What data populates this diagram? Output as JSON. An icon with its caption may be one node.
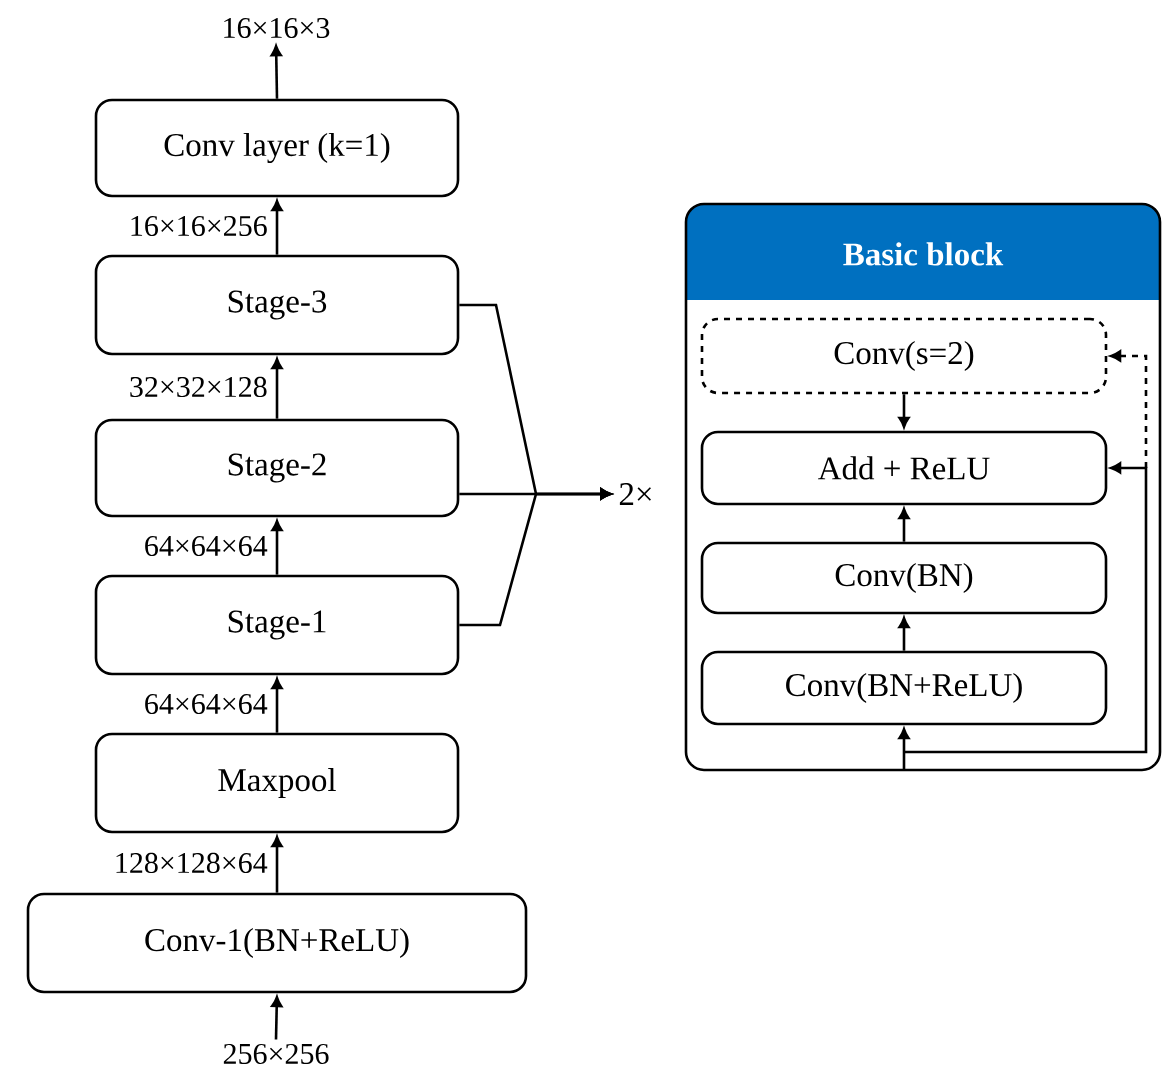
{
  "diagram": {
    "nodes": [
      {
        "text": [
          "16×16×3"
        ]
      },
      {
        "text": [
          "Conv layer (k=1)"
        ]
      },
      {
        "text": [
          "Stage-3"
        ]
      },
      {
        "text": [
          "Stage-2"
        ]
      },
      {
        "text": [
          "Stage-1"
        ]
      },
      {
        "text": [
          "Maxpool"
        ]
      },
      {
        "text": [
          "Conv-1(BN+ReLU)"
        ]
      },
      {
        "text": [
          "256×256"
        ]
      },
      {
        "text": [
          "2×"
        ]
      },
      {
        "text": [
          "Basic block"
        ]
      },
      {
        "text": [
          "Conv(s=2)"
        ],
        "in": 9
      },
      {
        "text": [
          "Add + ReLU"
        ],
        "in": 9
      },
      {
        "text": [
          "Conv(BN)"
        ],
        "in": 9
      },
      {
        "text": [
          "Conv(BN+ReLU)"
        ],
        "in": 9
      }
    ],
    "edges": [
      {
        "from": 1,
        "to": 0,
        "arrow": "to"
      },
      {
        "from": 2,
        "to": 1,
        "arrow": "to",
        "label": "16×16×256"
      },
      {
        "from": 3,
        "to": 2,
        "arrow": "to",
        "label": "32×32×128"
      },
      {
        "from": 4,
        "to": 3,
        "arrow": "to",
        "label": "64×64×64"
      },
      {
        "from": 5,
        "to": 4,
        "arrow": "to",
        "label": "64×64×64"
      },
      {
        "from": 6,
        "to": 5,
        "arrow": "to",
        "label": "128×128×64"
      },
      {
        "from": 7,
        "to": 6,
        "arrow": "to"
      },
      {
        "from": 2,
        "to": 8,
        "arrow": "to"
      },
      {
        "from": 3,
        "to": 8,
        "arrow": "to"
      },
      {
        "from": 4,
        "to": 8,
        "arrow": "to"
      },
      {
        "from": 10,
        "to": 11,
        "arrow": "to"
      },
      {
        "from": 12,
        "to": 11,
        "arrow": "to"
      },
      {
        "from": 13,
        "to": 12,
        "arrow": "to"
      },
      {
        "from": null,
        "to": 13,
        "arrow": "to"
      },
      {
        "from": null,
        "to": 11,
        "arrow": "to"
      },
      {
        "from": null,
        "to": 10,
        "arrow": "to",
        "style": "dashed"
      }
    ]
  }
}
